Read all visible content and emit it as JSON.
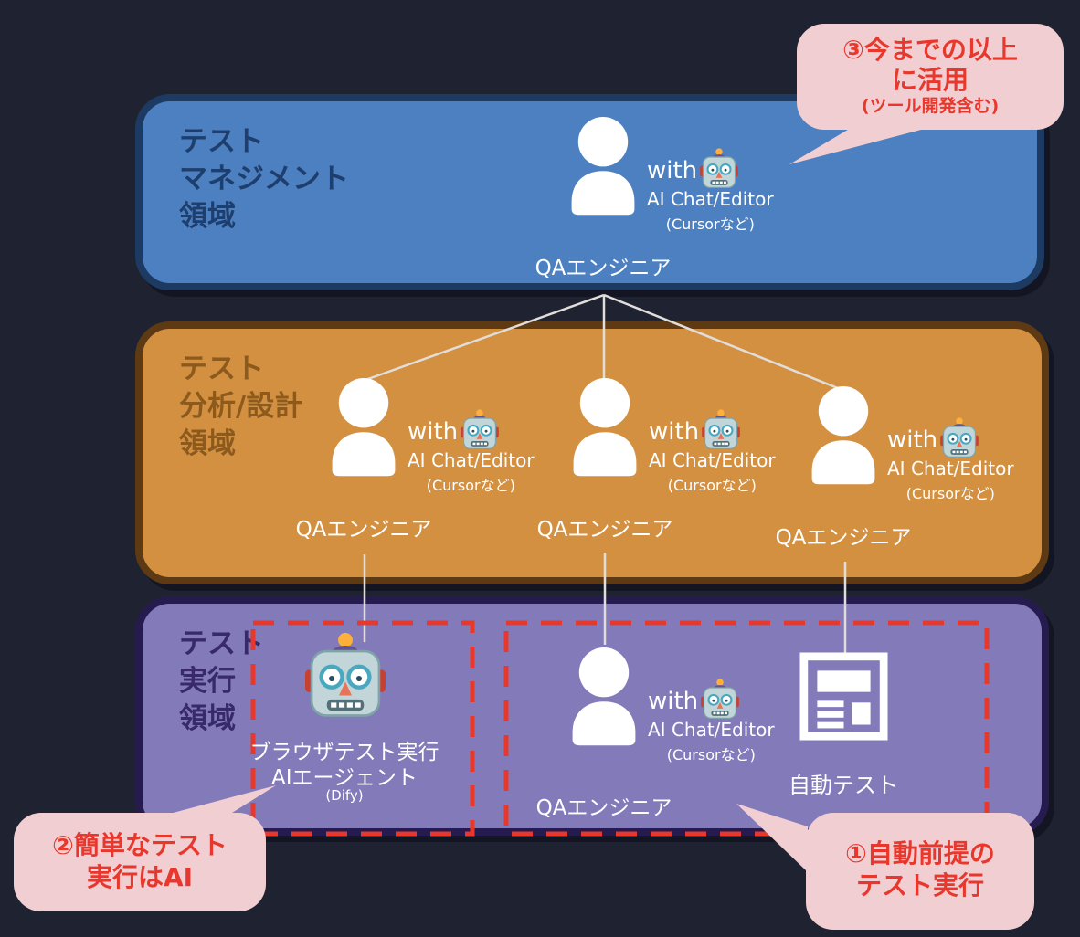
{
  "diagram": {
    "bands": {
      "management": {
        "title_lines": [
          "テスト",
          "マネジメント",
          "領域"
        ]
      },
      "analysis": {
        "title_lines": [
          "テスト",
          "分析/設計",
          "領域"
        ]
      },
      "execution": {
        "title_lines": [
          "テスト",
          "実行",
          "領域"
        ]
      }
    },
    "common": {
      "with_label": "with",
      "ai_tool": "AI Chat/Editor",
      "ai_tool_note": "(Cursorなど)",
      "qa_engineer": "QAエンジニア"
    },
    "agent": {
      "line1": "ブラウザテスト実行",
      "line2": "AIエージェント",
      "note": "(Dify)"
    },
    "auto_test": {
      "label": "自動テスト"
    },
    "callouts": {
      "one": {
        "line1": "①自動前提の",
        "line2": "テスト実行"
      },
      "two": {
        "line1": "②簡単なテスト",
        "line2": "実行はAI"
      },
      "three": {
        "line1": "③今までの以上",
        "line2": "に活用",
        "note": "(ツール開発含む)"
      }
    },
    "icons": {
      "person": "person-icon",
      "robot": "robot-emoji-icon",
      "auto_test": "document-test-icon"
    },
    "colors": {
      "background": "#1f2230",
      "band_blue_fill": "#4d80c1",
      "band_blue_border": "#1d3a63",
      "band_blue_text": "#1e3f6e",
      "band_orange_fill": "#d39040",
      "band_orange_border": "#5d3a13",
      "band_orange_text": "#8d5a1d",
      "band_purple_fill": "#837aba",
      "band_purple_border": "#261b4f",
      "band_purple_text": "#37296a",
      "callout_fill": "#f1ced1",
      "callout_text": "#e8382d",
      "dashed_box": "#e8382c",
      "connector_line": "#e0ddda",
      "label_text": "#ffffff"
    }
  }
}
